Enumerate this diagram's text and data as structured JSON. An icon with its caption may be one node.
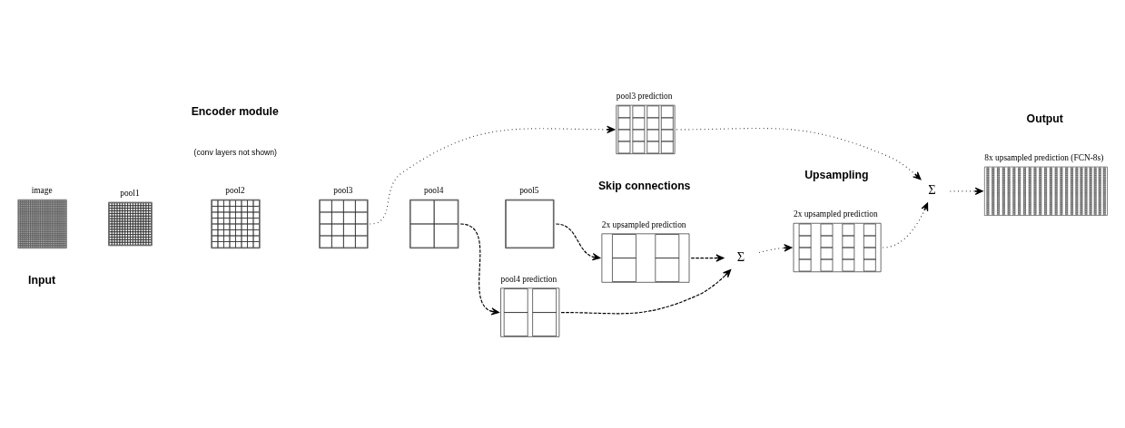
{
  "diagram": {
    "nodes": [
      {
        "text": [
          "image"
        ]
      },
      {
        "text": [
          "pool1"
        ]
      },
      {
        "text": [
          "pool2"
        ]
      },
      {
        "text": [
          "pool3"
        ]
      },
      {
        "text": [
          "pool4"
        ]
      },
      {
        "text": [
          "pool5"
        ]
      },
      {
        "text": [
          "2x upsampled prediction"
        ]
      },
      {
        "text": [
          "pool4 prediction"
        ]
      },
      {
        "text": [
          "Σ"
        ]
      },
      {
        "text": [
          "2x upsampled prediction"
        ]
      },
      {
        "text": [
          "pool3 prediction"
        ]
      },
      {
        "text": [
          "Σ"
        ]
      },
      {
        "text": [
          "8x upsampled prediction (FCN-8s)"
        ]
      }
    ],
    "edges": [
      {
        "from": 5,
        "to": 6,
        "arrow": "to",
        "style": "dashed"
      },
      {
        "from": 4,
        "to": 7,
        "arrow": "to",
        "style": "dashed"
      },
      {
        "from": 6,
        "to": 8,
        "arrow": "to",
        "style": "dashed"
      },
      {
        "from": 7,
        "to": 8,
        "arrow": "to",
        "style": "dashed"
      },
      {
        "from": 8,
        "to": 9,
        "arrow": "to"
      },
      {
        "from": 3,
        "to": 10,
        "arrow": "to"
      },
      {
        "from": 9,
        "to": 11,
        "arrow": "to"
      },
      {
        "from": 10,
        "to": 11,
        "arrow": "to"
      },
      {
        "from": 11,
        "to": 12,
        "arrow": "to"
      }
    ],
    "labels": [
      "Upsampling",
      "Output",
      "Encoder module",
      "(conv layers not shown)",
      "Input",
      "Skip connections"
    ]
  }
}
